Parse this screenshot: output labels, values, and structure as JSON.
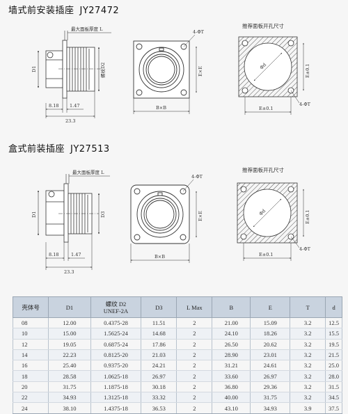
{
  "section1": {
    "title": "墙式前安装插座",
    "code": "JY27472"
  },
  "section2": {
    "title": "盒式前装插座",
    "code": "JY27513"
  },
  "labels": {
    "max_panel_thickness": "最大面板厚度 L",
    "thread_d2": "螺纹D2",
    "d1": "D1",
    "d3": "D3",
    "dim_818": "8.18",
    "dim_147": "1.47",
    "dim_233": "23.3",
    "holes": "4-ΦT",
    "bxb": "B×B",
    "exe": "E×E",
    "panel_cutout": "推荐面板开孔尺寸",
    "phi_d": "Φd",
    "e_tol": "E±0.1"
  },
  "table": {
    "headers": [
      "壳体号",
      "D1",
      "螺纹 D2\nUNEF-2A",
      "D3",
      "L Max",
      "B",
      "E",
      "T",
      "d"
    ],
    "rows": [
      [
        "08",
        "12.00",
        "0.4375-28",
        "11.51",
        "2",
        "21.00",
        "15.09",
        "3.2",
        "12.5"
      ],
      [
        "10",
        "15.00",
        "1.5625-24",
        "14.68",
        "2",
        "24.10",
        "18.26",
        "3.2",
        "15.5"
      ],
      [
        "12",
        "19.05",
        "0.6875-24",
        "17.86",
        "2",
        "26.50",
        "20.62",
        "3.2",
        "19.5"
      ],
      [
        "14",
        "22.23",
        "0.8125-20",
        "21.03",
        "2",
        "28.90",
        "23.01",
        "3.2",
        "21.5"
      ],
      [
        "16",
        "25.40",
        "0.9375-20",
        "24.21",
        "2",
        "31.21",
        "24.61",
        "3.2",
        "25.0"
      ],
      [
        "18",
        "28.58",
        "1.0625-18",
        "26.97",
        "2",
        "33.60",
        "26.97",
        "3.2",
        "28.0"
      ],
      [
        "20",
        "31.75",
        "1.1875-18",
        "30.18",
        "2",
        "36.80",
        "29.36",
        "3.2",
        "31.5"
      ],
      [
        "22",
        "34.93",
        "1.3125-18",
        "33.32",
        "2",
        "40.00",
        "31.75",
        "3.2",
        "34.5"
      ],
      [
        "24",
        "38.10",
        "1.4375-18",
        "36.53",
        "2",
        "43.10",
        "34.93",
        "3.9",
        "37.5"
      ]
    ]
  }
}
